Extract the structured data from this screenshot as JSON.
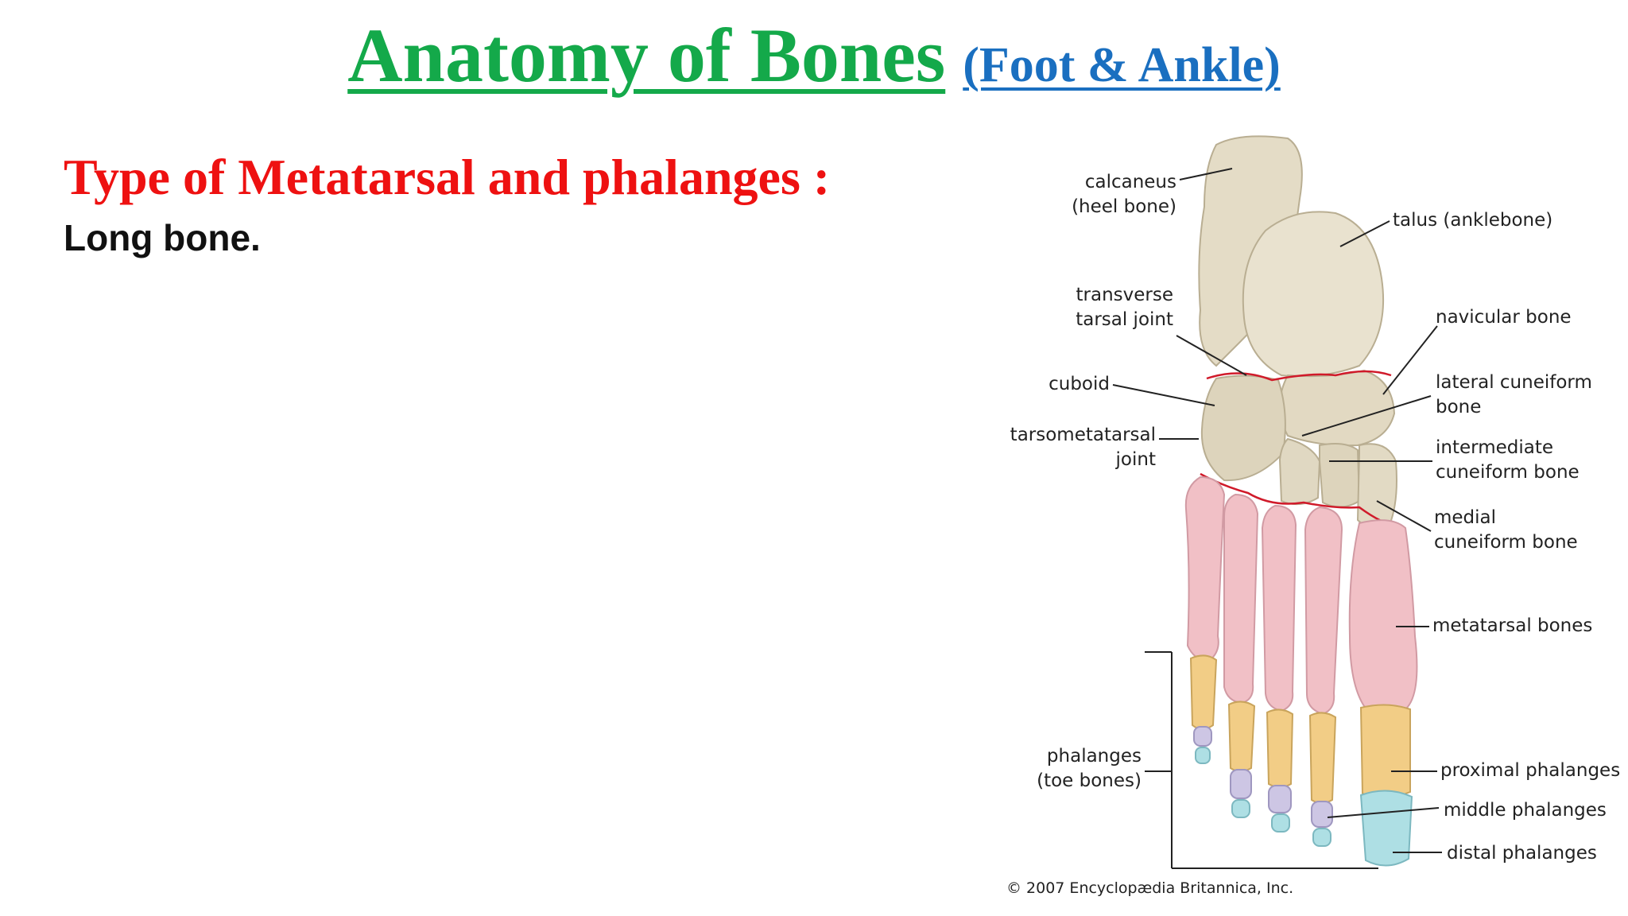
{
  "slide": {
    "title_main": "Anatomy of Bones",
    "title_sub": "(Foot & Ankle)",
    "heading": "Type of Metatarsal and phalanges :",
    "answer": "Long bone."
  },
  "diagram": {
    "labels": {
      "calcaneus_1": "calcaneus",
      "calcaneus_2": "(heel bone)",
      "talus": "talus (anklebone)",
      "transverse_1": "transverse",
      "transverse_2": "tarsal joint",
      "navicular": "navicular bone",
      "cuboid": "cuboid",
      "lateral_1": "lateral cuneiform",
      "lateral_2": "bone",
      "tarsometatarsal_1": "tarsometatarsal",
      "tarsometatarsal_2": "joint",
      "intermediate_1": "intermediate",
      "intermediate_2": "cuneiform bone",
      "medial_1": "medial",
      "medial_2": "cuneiform bone",
      "metatarsal": "metatarsal bones",
      "phalanges_1": "phalanges",
      "phalanges_2": "(toe bones)",
      "proximal": "proximal phalanges",
      "middle": "middle phalanges",
      "distal": "distal phalanges"
    },
    "credit": "© 2007 Encyclopædia Britannica, Inc.",
    "colors": {
      "tarsal": "#e4dcc6",
      "metatarsal": "#f1c0c6",
      "proximal": "#f2cd86",
      "middle": "#cdc6e4",
      "distal": "#aedfe4",
      "joint_line": "#d01a2a"
    }
  }
}
